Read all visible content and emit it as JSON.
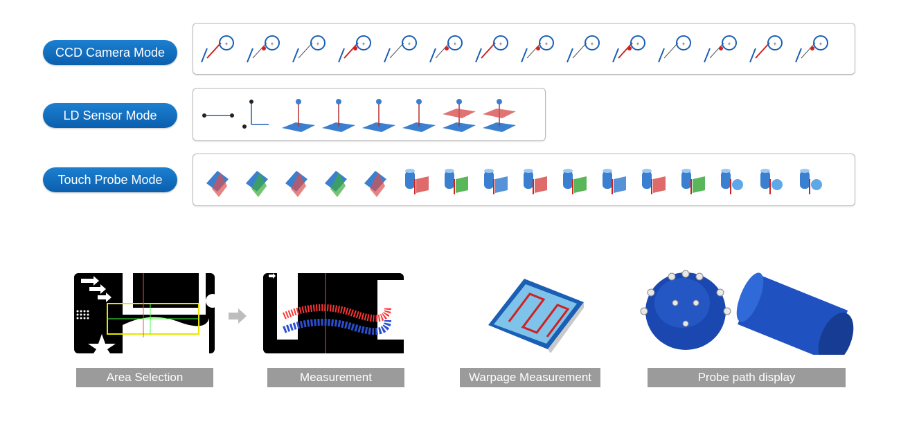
{
  "modes": [
    {
      "label": "CCD Camera Mode"
    },
    {
      "label": "LD Sensor Mode"
    },
    {
      "label": "Touch Probe Mode"
    }
  ],
  "ccd_icons": [
    "line-circle-angle-icon",
    "line-corner-icon",
    "line-angle-circle-icon",
    "point-circle-icon",
    "line-point-circle-icon",
    "circle-point-icon",
    "point-line-circle-icon",
    "circle-point-line-icon",
    "circle-cross-line-icon",
    "line-circle-distance-icon",
    "circle-crossline-icon",
    "line-circle-tangent-icon",
    "line-circle-offset-icon",
    "circle-circle-icon"
  ],
  "ld_icons": [
    "distance-x-icon",
    "axis-xyz-icon",
    "point-plane-icon",
    "point-plane-height-icon",
    "point-plane-base-icon",
    "point-plane-arrow-icon",
    "plane-plane-icon",
    "plane-stack-icon"
  ],
  "probe_icons": [
    "plane-point-icon",
    "plane-angle-icon",
    "plane-plane-icon",
    "plane-intersect-icon",
    "plane-cross-icon",
    "cylinder-plane-icon",
    "cylinder-angle-icon",
    "cylinder-line-icon",
    "cylinder-line-plane-icon",
    "cylinder-plane-red-icon",
    "cylinder-point-plane-icon",
    "cylinder-plane-green-icon",
    "sphere-plane-icon",
    "cylinder-sphere-icon",
    "cylinder-sphere-line-icon",
    "cylinder-sphere-plane-icon"
  ],
  "captions": {
    "area_selection": "Area Selection",
    "measurement": "Measurement",
    "warpage": "Warpage Measurement",
    "probe_path": "Probe path display"
  }
}
